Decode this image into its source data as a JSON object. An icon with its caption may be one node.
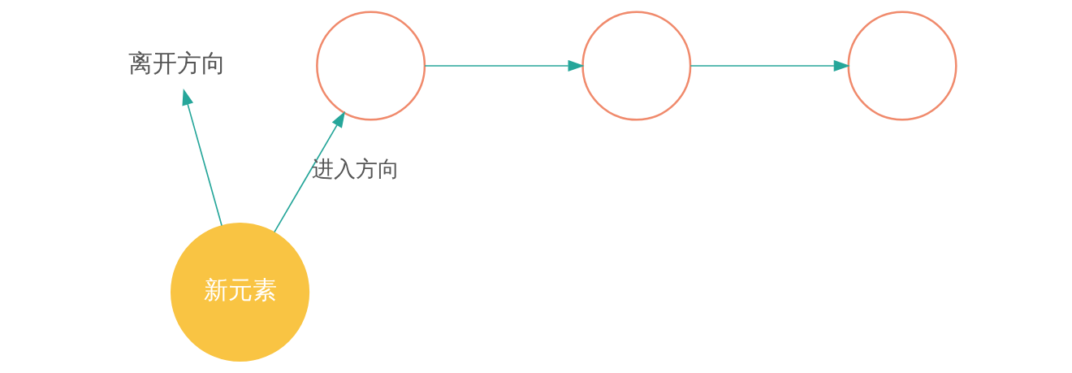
{
  "diagram": {
    "nodes": [
      {
        "text": [
          "离开方向"
        ]
      },
      {
        "text": [],
        "shape": "circle"
      },
      {
        "text": [],
        "shape": "circle"
      },
      {
        "text": [],
        "shape": "circle"
      },
      {
        "text": [
          "新元素"
        ]
      }
    ],
    "edges": [
      {
        "from": 4,
        "to": 0,
        "arrow": "to"
      },
      {
        "from": 4,
        "to": 1,
        "arrow": "to",
        "label": "进入方向"
      },
      {
        "from": 1,
        "to": 2,
        "arrow": "to"
      },
      {
        "from": 2,
        "to": 3,
        "arrow": "to"
      }
    ]
  }
}
